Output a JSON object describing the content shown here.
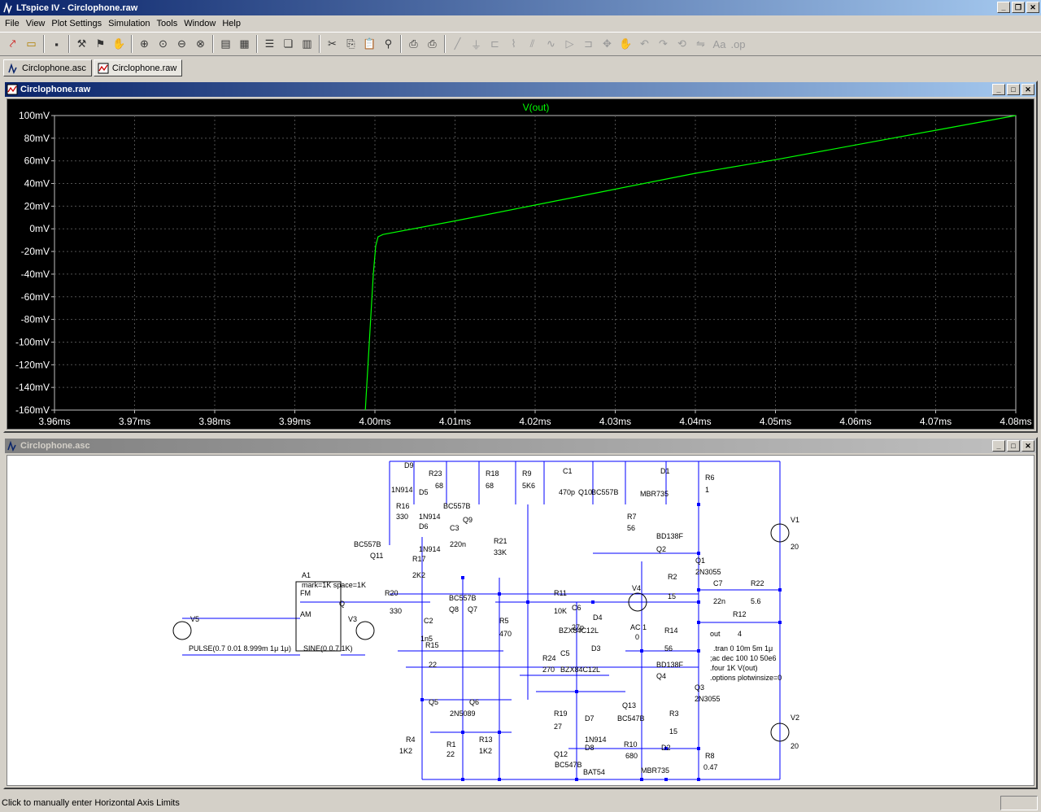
{
  "app": {
    "title": "LTspice IV - Circlophone.raw"
  },
  "menu": [
    "File",
    "View",
    "Plot Settings",
    "Simulation",
    "Tools",
    "Window",
    "Help"
  ],
  "tabs": [
    {
      "label": "Circlophone.asc",
      "active": false
    },
    {
      "label": "Circlophone.raw",
      "active": true
    }
  ],
  "plot_window": {
    "title": "Circlophone.raw"
  },
  "schematic_window": {
    "title": "Circlophone.asc"
  },
  "status": {
    "text": "Click to manually enter Horizontal Axis Limits"
  },
  "colors": {
    "trace": "#00ff00",
    "plot_bg": "#000000",
    "grid": "#505050",
    "wire": "#0000ff",
    "axis_text": "#ffffff"
  },
  "chart_data": {
    "type": "line",
    "title": "V(out)",
    "xlabel": "",
    "ylabel": "",
    "x_ticks": [
      "3.96ms",
      "3.97ms",
      "3.98ms",
      "3.99ms",
      "4.00ms",
      "4.01ms",
      "4.02ms",
      "4.03ms",
      "4.04ms",
      "4.05ms",
      "4.06ms",
      "4.07ms",
      "4.08ms"
    ],
    "y_ticks": [
      "100mV",
      "80mV",
      "60mV",
      "40mV",
      "20mV",
      "0mV",
      "-20mV",
      "-40mV",
      "-60mV",
      "-80mV",
      "-100mV",
      "-120mV",
      "-140mV",
      "-160mV"
    ],
    "xlim": [
      3.96,
      4.08
    ],
    "ylim": [
      -160,
      100
    ],
    "grid": true,
    "series": [
      {
        "name": "V(out)",
        "x": [
          3.9988,
          3.9998,
          4.0001,
          4.0004,
          4.001,
          4.01,
          4.02,
          4.03,
          4.04,
          4.05,
          4.06,
          4.07,
          4.08
        ],
        "y": [
          -160,
          -40,
          -15,
          -7,
          -5,
          7,
          21,
          35,
          49,
          61,
          74,
          87,
          100
        ]
      }
    ]
  },
  "schematic": {
    "labels": [
      "D9",
      "R23",
      "68",
      "R18",
      "68",
      "R9",
      "5K6",
      "C1",
      "470p",
      "Q10",
      "BC557B",
      "D1",
      "MBR735",
      "R6",
      "1",
      "1N914",
      "D5",
      "R16",
      "330",
      "1N914",
      "D6",
      "BC557B",
      "Q9",
      "C3",
      "220n",
      "R7",
      "56",
      "BD138F",
      "Q2",
      "Q1",
      "2N3055",
      "R21",
      "33K",
      "BC557B",
      "Q11",
      "1N914",
      "R17",
      "2K2",
      "V1",
      "20",
      "R2",
      "15",
      "C7",
      "22n",
      "R22",
      "5.6",
      "A1",
      "mark=1K space=1K",
      "FM",
      "AM",
      "Q",
      "R20",
      "330",
      "BC557B",
      "Q8",
      "Q7",
      "R11",
      "10K",
      "C6",
      "27p",
      "D4",
      "V4",
      "R12",
      "4",
      "V5",
      "V3",
      "C2",
      "1n5",
      "R5",
      "470",
      "BZX84C12L",
      "AC 1",
      "0",
      "R14",
      "56",
      "out",
      "R15",
      "22",
      "PULSE(0.7 0.01 8.999m 1μ 1μ)",
      "SINE(0 0.7 1K)",
      "R24",
      "270",
      "C5",
      "BZX84C12L",
      "D3",
      ".tran 0 10m 5m 1μ",
      ";ac dec 100 10 50e6",
      ".four 1K V(out)",
      ".options plotwinsize=0",
      "BD138F",
      "Q4",
      "Q3",
      "2N3055",
      "Q5",
      "Q6",
      "2N5089",
      "R19",
      "27",
      "Q13",
      "BC547B",
      "D7",
      "R3",
      "15",
      "R4",
      "1K2",
      "R1",
      "22",
      "R13",
      "1K2",
      "1N914",
      "D8",
      "BAT54",
      "R10",
      "680",
      "Q12",
      "BC547B",
      "D2",
      "MBR735",
      "R8",
      "0.47",
      "V2",
      "20"
    ]
  }
}
